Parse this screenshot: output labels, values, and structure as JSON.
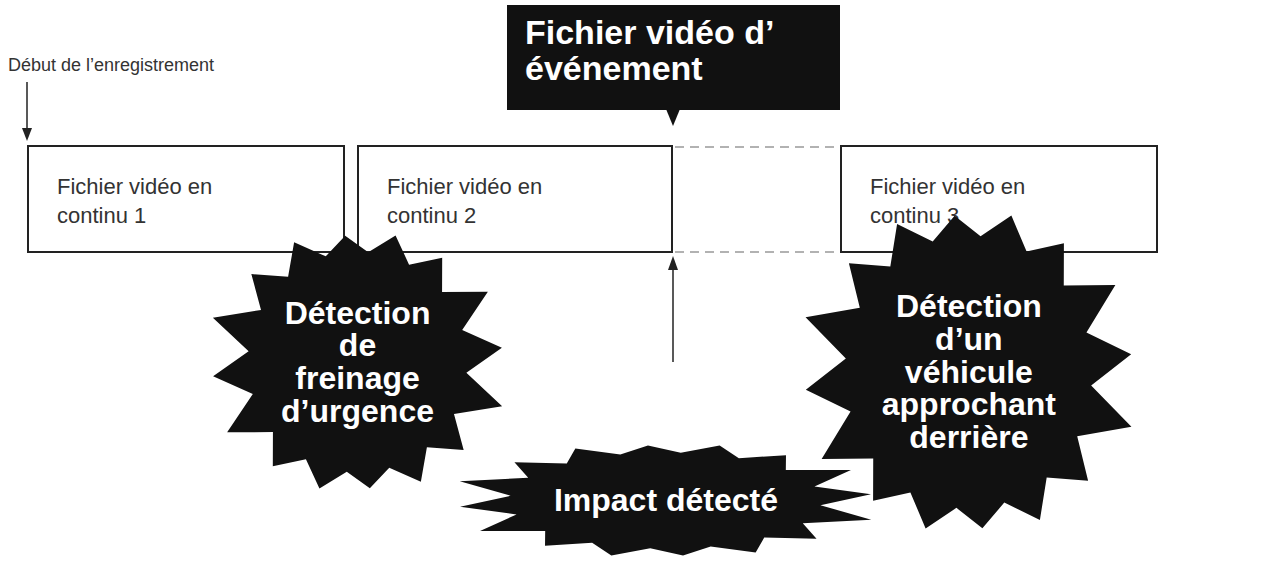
{
  "diagram": {
    "nodes": [
      {
        "text": [
          "Fichier vidéo d’ événement"
        ]
      },
      {
        "text": [
          "Fichier vidéo en continu 1"
        ]
      },
      {
        "text": [
          "Fichier vidéo en continu 2"
        ]
      },
      {
        "text": [
          "Fichier vidéo en continu 3"
        ]
      },
      {
        "text": [
          "Détection de freinage d’urgence"
        ]
      },
      {
        "text": [
          "Détection d’un véhicule approchant derrière"
        ]
      },
      {
        "text": [
          "Impact détecté"
        ]
      }
    ],
    "labels": [
      "Début de l’enregistrement"
    ]
  }
}
